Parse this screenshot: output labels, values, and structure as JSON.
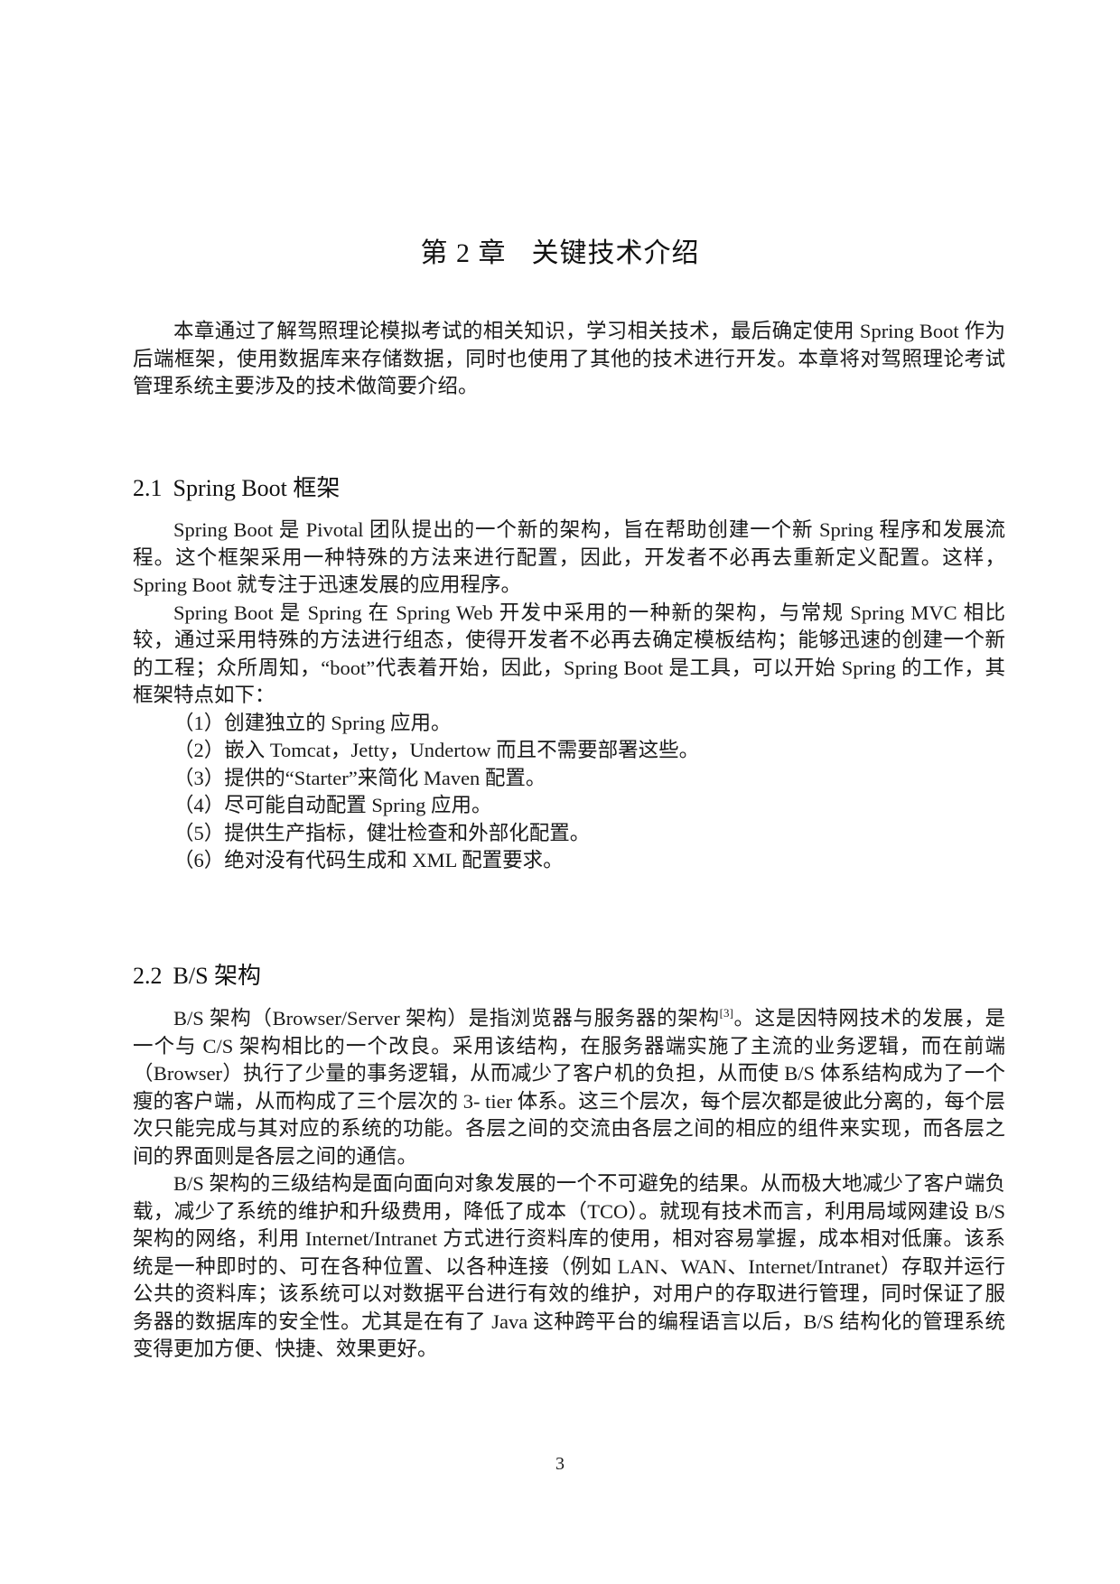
{
  "chapter": {
    "number": "第 2 章",
    "title": "关键技术介绍"
  },
  "intro": {
    "paragraph": "本章通过了解驾照理论模拟考试的相关知识，学习相关技术，最后确定使用 Spring Boot 作为后端框架，使用数据库来存储数据，同时也使用了其他的技术进行开发。本章将对驾照理论考试管理系统主要涉及的技术做简要介绍。"
  },
  "sections": [
    {
      "number": "2.1",
      "title": "Spring Boot 框架",
      "paragraphs": [
        "Spring Boot 是 Pivotal 团队提出的一个新的架构，旨在帮助创建一个新 Spring 程序和发展流程。这个框架采用一种特殊的方法来进行配置，因此，开发者不必再去重新定义配置。这样，Spring Boot 就专注于迅速发展的应用程序。",
        "Spring Boot 是 Spring 在 Spring Web 开发中采用的一种新的架构，与常规 Spring MVC 相比较，通过采用特殊的方法进行组态，使得开发者不必再去确定模板结构；能够迅速的创建一个新的工程；众所周知，“boot”代表着开始，因此，Spring Boot 是工具，可以开始 Spring 的工作，其框架特点如下："
      ],
      "list": [
        "（1）创建独立的 Spring 应用。",
        "（2）嵌入 Tomcat，Jetty，Undertow 而且不需要部署这些。",
        "（3）提供的“Starter”来简化 Maven 配置。",
        "（4）尽可能自动配置 Spring 应用。",
        "（5）提供生产指标，健壮检查和外部化配置。",
        "（6）绝对没有代码生成和 XML 配置要求。"
      ]
    },
    {
      "number": "2.2",
      "title": "B/S 架构",
      "paragraphs": [
        {
          "before_ref": "B/S 架构（Browser/Server 架构）是指浏览器与服务器的架构",
          "ref": "[3]",
          "after_ref": "。这是因特网技术的发展，是一个与 C/S 架构相比的一个改良。采用该结构，在服务器端实施了主流的业务逻辑，而在前端（Browser）执行了少量的事务逻辑，从而减少了客户机的负担，从而使 B/S 体系结构成为了一个瘦的客户端，从而构成了三个层次的 3- tier 体系。这三个层次，每个层次都是彼此分离的，每个层次只能完成与其对应的系统的功能。各层之间的交流由各层之间的相应的组件来实现，而各层之间的界面则是各层之间的通信。"
        },
        "B/S 架构的三级结构是面向面向对象发展的一个不可避免的结果。从而极大地减少了客户端负载，减少了系统的维护和升级费用，降低了成本（TCO）。就现有技术而言，利用局域网建设 B/S 架构的网络，利用 Internet/Intranet 方式进行资料库的使用，相对容易掌握，成本相对低廉。该系统是一种即时的、可在各种位置、以各种连接（例如 LAN、WAN、Internet/Intranet）存取并运行公共的资料库；该系统可以对数据平台进行有效的维护，对用户的存取进行管理，同时保证了服务器的数据库的安全性。尤其是在有了 Java 这种跨平台的编程语言以后，B/S 结构化的管理系统变得更加方便、快捷、效果更好。"
      ]
    }
  ],
  "footer": {
    "page_number": "3"
  }
}
